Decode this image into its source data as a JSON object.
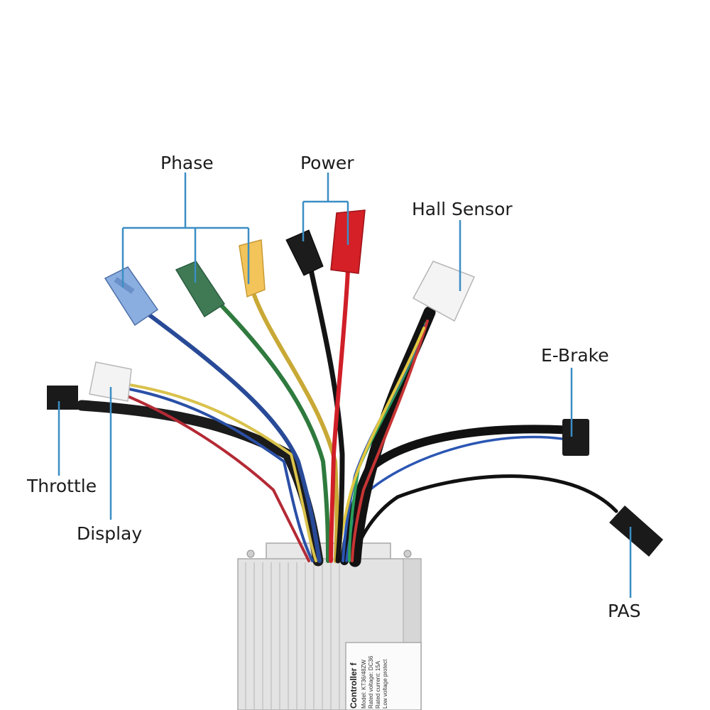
{
  "labels": {
    "phase": "Phase",
    "power": "Power",
    "hall_sensor": "Hall Sensor",
    "e_brake": "E-Brake",
    "throttle": "Throttle",
    "display": "Display",
    "pas": "PAS"
  },
  "sticker": {
    "title": "Controller f",
    "model": "Model: KT36/48ZW",
    "rated_voltage": "Rated voltage: DC36",
    "rated_current": "Rated current: 15A",
    "low_voltage": "Low voltage protect"
  },
  "colors": {
    "leader_line": "#3b8ec4",
    "housing": "#e2e2e2",
    "phase_blue": "#7ea3d6",
    "phase_green": "#3f7a55",
    "phase_yellow": "#efc35a",
    "power_red": "#d42026",
    "power_black": "#1a1a1a",
    "hall_white": "#f4f4f4"
  }
}
